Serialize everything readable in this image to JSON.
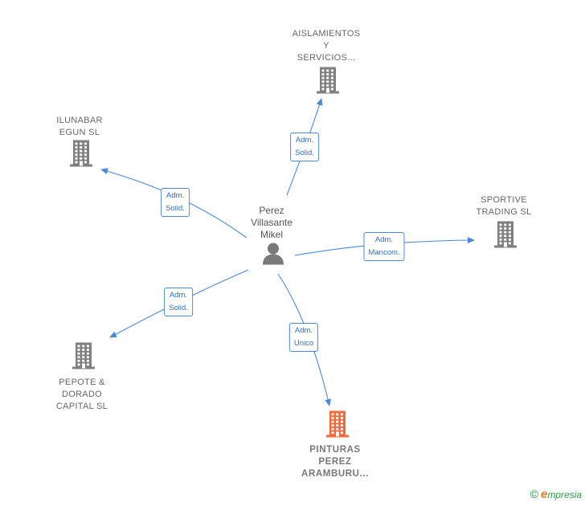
{
  "colors": {
    "edge": "#4a8ad6",
    "building": "#7f7f7f",
    "building_highlight": "#f26a3b",
    "person": "#7a7a7a"
  },
  "center": {
    "lines": [
      "Perez",
      "Villasante",
      "Mikel"
    ],
    "icon": "person-icon"
  },
  "nodes": [
    {
      "id": "aislamientos",
      "lines": [
        "AISLAMIENTOS",
        "Y",
        "SERVICIOS..."
      ],
      "icon": "building-icon",
      "highlight": false
    },
    {
      "id": "ilunabar",
      "lines": [
        "ILUNABAR",
        "EGUN SL"
      ],
      "icon": "building-icon",
      "highlight": false
    },
    {
      "id": "sportive",
      "lines": [
        "SPORTIVE",
        "TRADING SL"
      ],
      "icon": "building-icon",
      "highlight": false
    },
    {
      "id": "pepote",
      "lines": [
        "PEPOTE &",
        "DORADO",
        "CAPITAL SL"
      ],
      "icon": "building-icon",
      "highlight": false
    },
    {
      "id": "pinturas",
      "lines": [
        "PINTURAS",
        "PEREZ",
        "ARAMBURU..."
      ],
      "icon": "building-icon",
      "highlight": true
    }
  ],
  "edges": [
    {
      "to": "aislamientos",
      "label": [
        "Adm.",
        "Solid."
      ]
    },
    {
      "to": "ilunabar",
      "label": [
        "Adm.",
        "Solid."
      ]
    },
    {
      "to": "sportive",
      "label": [
        "Adm.",
        "Mancom."
      ]
    },
    {
      "to": "pepote",
      "label": [
        "Adm.",
        "Solid."
      ]
    },
    {
      "to": "pinturas",
      "label": [
        "Adm.",
        "Unico"
      ]
    }
  ],
  "footer": {
    "copyright": "©",
    "brand_initial": "e",
    "brand_rest": "mpresia"
  }
}
